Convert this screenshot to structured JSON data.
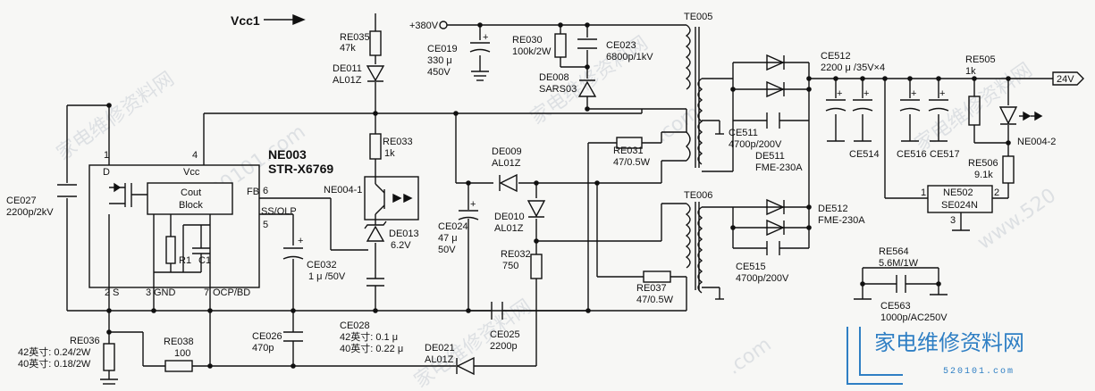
{
  "supplies": {
    "vcc1": "Vcc1",
    "v380": "+380V",
    "out24": "24V"
  },
  "ic": {
    "ref": "NE003",
    "part": "STR-X6769",
    "block_line1": "Cout",
    "block_line2": "Block",
    "pin1": "1",
    "pin1_name": "D",
    "pin4": "4",
    "pin4_name": "Vcc",
    "pin6": "6",
    "pin6_name": "FB",
    "pin5": "5",
    "pin5_name": "SS/OLP",
    "pin2": "2",
    "pin2_name": "S",
    "pin3": "3",
    "pin3_name": "GND",
    "pin7": "7",
    "pin7_name": "OCP/BD",
    "r1": "R1",
    "c1": "C1"
  },
  "parts": {
    "re035": "RE035",
    "re035_v": "47k",
    "de011": "DE011",
    "de011_v": "AL01Z",
    "ce019": "CE019",
    "ce019_v1": "330 μ",
    "ce019_v2": "450V",
    "re030": "RE030",
    "re030_v": "100k/2W",
    "ce023": "CE023",
    "ce023_v": "6800p/1kV",
    "de008": "DE008",
    "de008_v": "SARS03",
    "te005": "TE005",
    "te006": "TE006",
    "ce512": "CE512",
    "ce512_v": "2200 μ /35V×4",
    "re505": "RE505",
    "re505_v": "1k",
    "re033": "RE033",
    "re033_v": "1k",
    "ne004_1": "NE004-1",
    "de013": "DE013",
    "de013_v": "6.2V",
    "de009": "DE009",
    "de009_v": "AL01Z",
    "re031": "RE031",
    "re031_v": "47/0.5W",
    "ce511": "CE511",
    "ce511_v": "4700p/200V",
    "de511": "DE511",
    "de511_v": "FME-230A",
    "ce514": "CE514",
    "ce516": "CE516",
    "ce517": "CE517",
    "ne004_2": "NE004-2",
    "re506": "RE506",
    "re506_v": "9.1k",
    "ne502": "NE502",
    "ne502_v": "SE024N",
    "ne502_p1": "1",
    "ne502_p2": "2",
    "ne502_p3": "3",
    "ce027": "CE027",
    "ce027_v": "2200p/2kV",
    "ce024": "CE024",
    "ce024_v1": "47 μ",
    "ce024_v2": "50V",
    "de010": "DE010",
    "de010_v": "AL01Z",
    "re032": "RE032",
    "re032_v": "750",
    "ce032": "CE032",
    "ce032_v": "1 μ /50V",
    "de512": "DE512",
    "de512_v": "FME-230A",
    "re564": "RE564",
    "re564_v": "5.6M/1W",
    "ce515": "CE515",
    "ce515_v": "4700p/200V",
    "re037": "RE037",
    "re037_v": "47/0.5W",
    "ce563": "CE563",
    "ce563_v": "1000p/AC250V",
    "ce026": "CE026",
    "ce026_v": "470p",
    "ce028": "CE028",
    "ce028_v1": "42英寸: 0.1 μ",
    "ce028_v2": "40英寸: 0.22 μ",
    "ce025": "CE025",
    "ce025_v": "2200p",
    "re036": "RE036",
    "re036_v1": "42英寸: 0.24/2W",
    "re036_v2": "40英寸: 0.18/2W",
    "re038": "RE038",
    "re038_v": "100",
    "de021": "DE021",
    "de021_v": "AL01Z"
  },
  "watermark": {
    "logo": "家电维修资料网",
    "url": "520101.com"
  }
}
